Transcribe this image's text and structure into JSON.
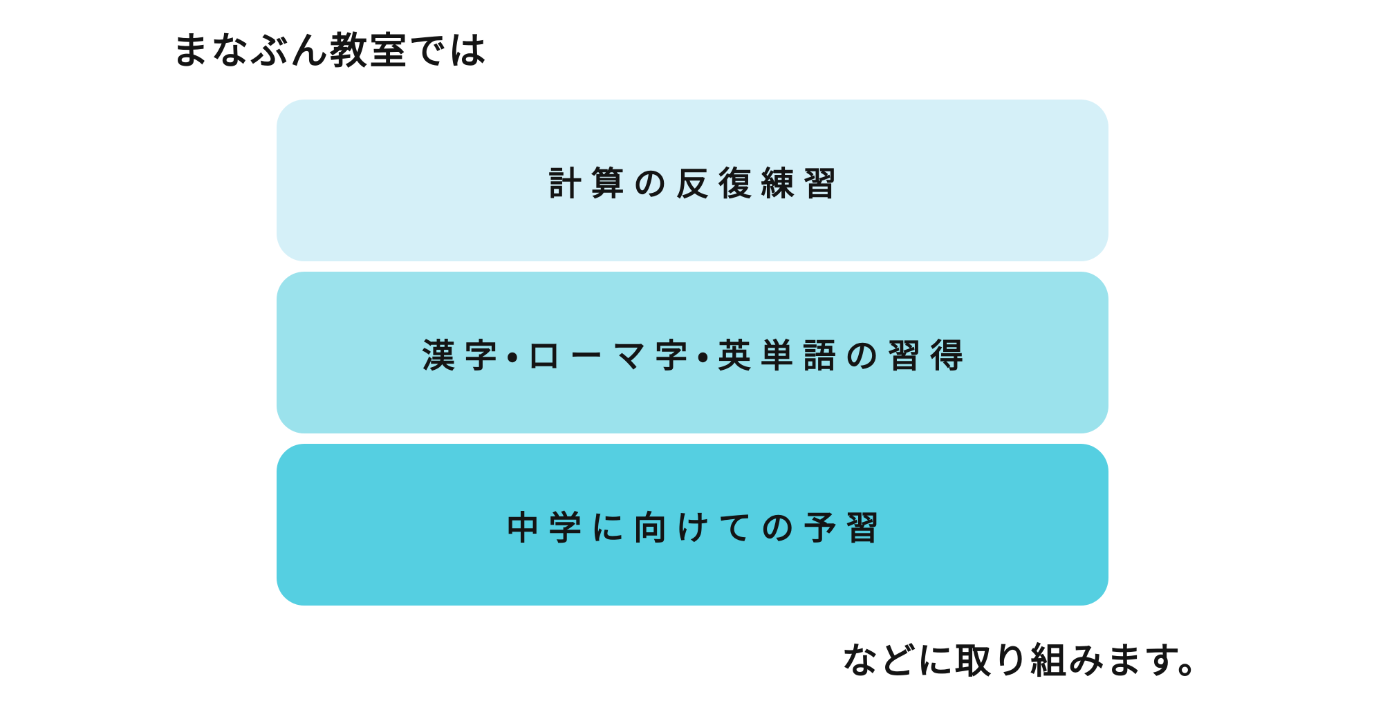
{
  "intro": {
    "text": "まなぶん教室では"
  },
  "boxes": [
    {
      "label": "計算の反復練習",
      "bg_color": "#d5f0f8"
    },
    {
      "label": "漢字・ローマ字・英単語の習得",
      "bg_color": "#9be2ec"
    },
    {
      "label": "中学に向けての予習",
      "bg_color": "#55cfe1"
    }
  ],
  "outro": {
    "text": "などに取り組みます。"
  },
  "colors": {
    "background": "#ffffff",
    "text": "#141414",
    "box_light": "#d5f0f8",
    "box_medium": "#9be2ec",
    "box_dark": "#55cfe1"
  }
}
